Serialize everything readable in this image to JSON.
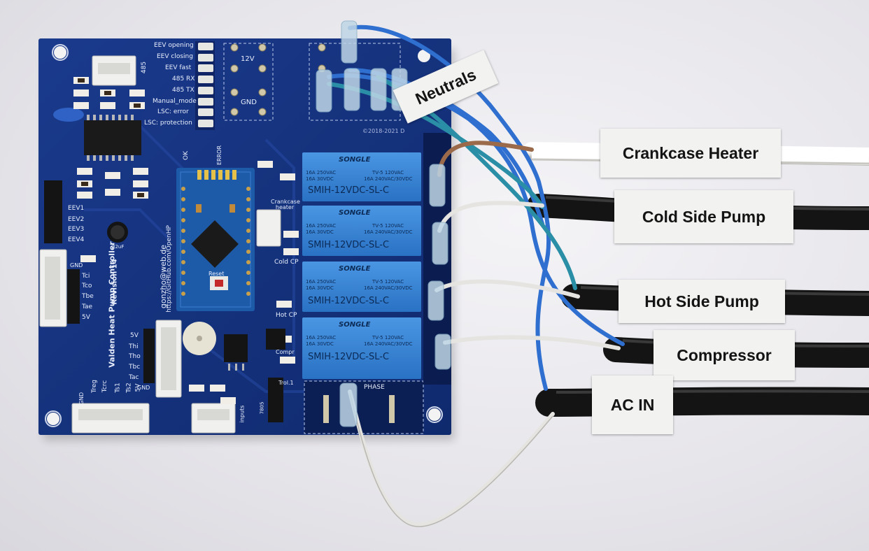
{
  "labels": {
    "neutrals": "Neutrals",
    "crankcase_heater": "Crankcase Heater",
    "cold_side_pump": "Cold Side Pump",
    "hot_side_pump": "Hot Side Pump",
    "compressor": "Compressor",
    "ac_in": "AC IN"
  },
  "silkscreen": {
    "led_labels": [
      "EEV opening",
      "EEV closing",
      "EEV fast",
      "485 RX",
      "485 TX",
      "Manual_mode",
      "LSC: error",
      "LSC: protection"
    ],
    "v12": "12V",
    "gnd": "GND",
    "copyright": "©2018-2021 D",
    "eev": [
      "EEV1",
      "EEV2",
      "EEV3",
      "EEV4"
    ],
    "sensors_left": [
      "GND",
      "Tci",
      "Tco",
      "Tbe",
      "Tae",
      "5V"
    ],
    "sensors_mid": [
      "5V",
      "Thi",
      "Tho",
      "Tbc",
      "Tac",
      "GND"
    ],
    "sensors_bottom": [
      "GND",
      "Treg",
      "Tcrc",
      "Ts1",
      "Ts2",
      "5V"
    ],
    "board_title": "Valden Heat Pump Controller",
    "revision": "Revision 14",
    "email": "gonzho@web.de",
    "github": "https://GitHub.com/OpenHP",
    "crankcase": "Crankcase heater",
    "cold_cp": "Cold CP",
    "hot_cp": "Hot CP",
    "compr": "Compr",
    "phase": "PHASE",
    "inputs": "inputs",
    "reset": "Reset",
    "ok": "OK",
    "error": "ERROR",
    "i485": "485",
    "l7805": "7805",
    "cap": "22uF",
    "fuse": "Trol.1"
  },
  "relay": {
    "brand": "SONGLE",
    "model": "SMIH-12VDC-SL-C",
    "rating_left_1": "16A 250VAC",
    "rating_left_2": "16A  30VDC",
    "rating_right_1": "TV-5 120VAC",
    "rating_right_2": "16A 240VAC/30VDC"
  },
  "colors": {
    "pcb": "#14307d",
    "relay": "#3a86d6",
    "label_bg": "#f2f2f0",
    "wire_blue": "#2f6fd0",
    "wire_teal": "#2a8fa6",
    "wire_brown": "#9a6a4a",
    "wire_white": "#e6e4e0",
    "cable_black": "#141414"
  }
}
